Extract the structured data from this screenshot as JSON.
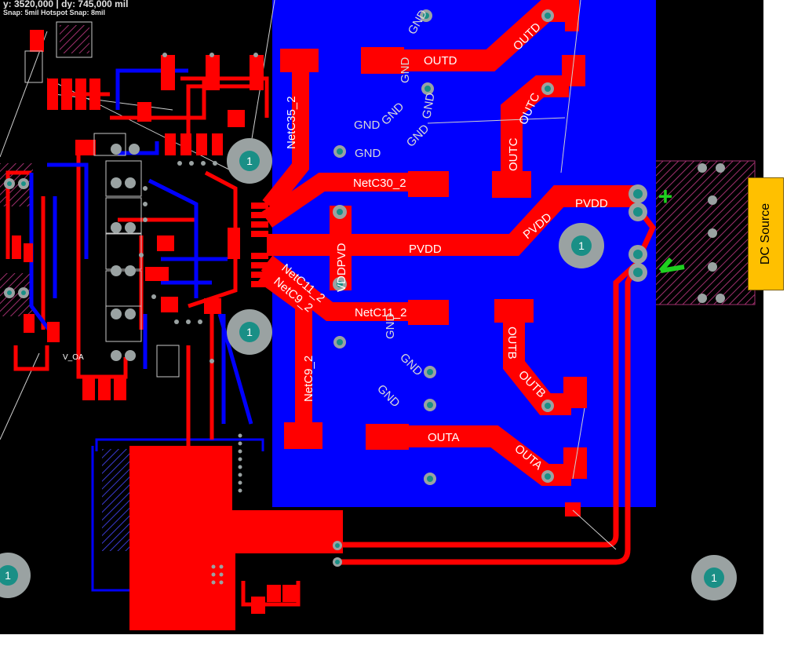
{
  "status_bar": {
    "coords": "y: 3520,000 | dy: 745,000 mil",
    "snap": "Snap: 5mil Hotspot Snap: 8mil"
  },
  "pour": {
    "gnd_labels": [
      "GND",
      "GND",
      "GND",
      "GND",
      "GND",
      "GND",
      "GND",
      "GND",
      "GND",
      "GND"
    ]
  },
  "nets": {
    "outd": "OUTD",
    "outc": "OUTC",
    "outb": "OUTB",
    "outa": "OUTA",
    "pvdd": "PVDD",
    "netc35": "NetC35_2",
    "netc30": "NetC30_2",
    "netc11": "NetC11_2",
    "netc9": "NetC9_2",
    "vddpvd": "VDDPVD",
    "v_oa": "V_OA"
  },
  "mount_hole_label": "1",
  "connector": {
    "plus": "+",
    "dc_source": "DC Source"
  },
  "colors": {
    "top_copper": "#ff0000",
    "bottom_copper": "#0000ff",
    "pad": "#9aa2a2",
    "hole": "#1a8f86",
    "keepout": "#a0306e",
    "silk": "#c9c9c9",
    "label_box": "#ffc000"
  }
}
